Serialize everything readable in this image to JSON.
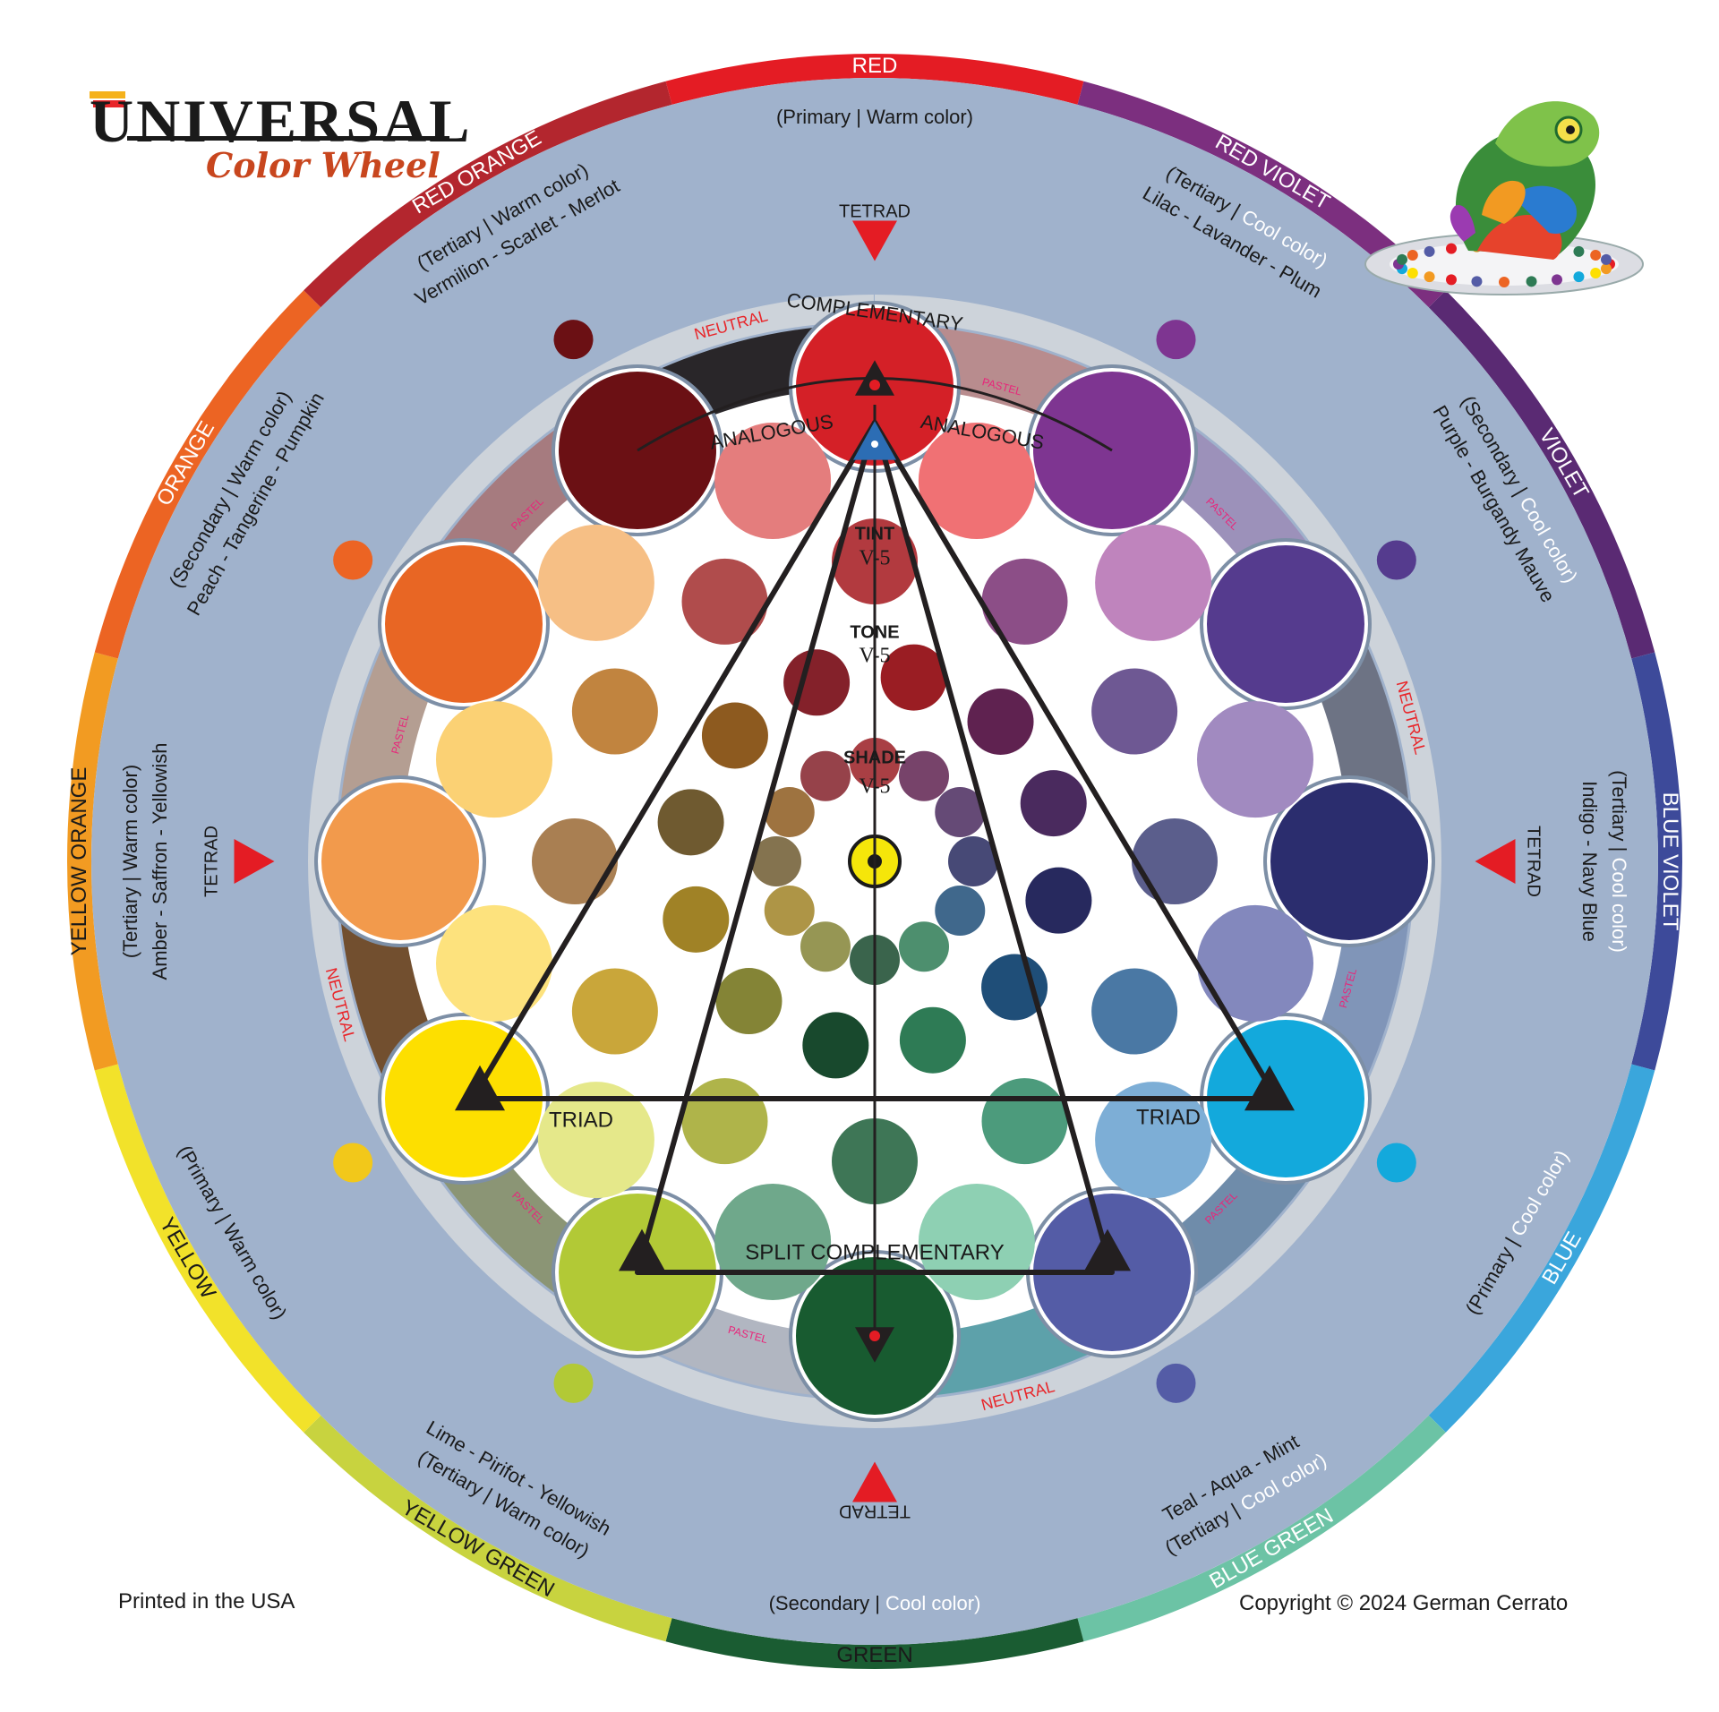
{
  "logo": {
    "main": "UNIVERSAL",
    "sub": "Color Wheel"
  },
  "footer": {
    "printed": "Printed in the USA",
    "copyright": "Copyright © 2024 German Cerrato"
  },
  "colors": {
    "ring_bg": "#a0b2cc",
    "inner_ring": "#cdd3da",
    "lines": "#231f20",
    "pastel_label": "#e8267a",
    "neutral_label": "#e8262a"
  },
  "segments": [
    {
      "id": "red",
      "name": "RED",
      "class": "(Primary",
      "temp": "Warm color)",
      "cool": false,
      "examples": "",
      "color": "#e41c24"
    },
    {
      "id": "red-violet",
      "name": "RED VIOLET",
      "class": "(Tertiary",
      "temp": "Cool color)",
      "cool": true,
      "examples": "Lilac - Lavander - Plum",
      "color": "#7c2f7f"
    },
    {
      "id": "violet",
      "name": "VIOLET",
      "class": "(Secondary",
      "temp": "Cool color)",
      "cool": true,
      "examples": "Purple - Burgandy Mauve",
      "color": "#5a2a73"
    },
    {
      "id": "blue-violet",
      "name": "BLUE VIOLET",
      "class": "(Tertiary",
      "temp": "Cool color)",
      "cool": true,
      "examples": "Indigo - Navy Blue",
      "color": "#3d4a9a"
    },
    {
      "id": "blue",
      "name": "BLUE",
      "class": "(Primary",
      "temp": "Cool color)",
      "cool": true,
      "examples": "",
      "color": "#3aa6dc"
    },
    {
      "id": "blue-green",
      "name": "BLUE GREEN",
      "class": "(Tertiary",
      "temp": "Cool color)",
      "cool": true,
      "examples": "Teal - Aqua - Mint",
      "color": "#6cc3a5"
    },
    {
      "id": "green",
      "name": "GREEN",
      "class": "(Secondary",
      "temp": "Cool color)",
      "cool": true,
      "examples": "",
      "color": "#1a5c32"
    },
    {
      "id": "yellow-green",
      "name": "YELLOW GREEN",
      "class": "(Tertiary",
      "temp": "Warm color)",
      "cool": false,
      "examples": "Lime - Pirifot - Yellowish",
      "color": "#c8d33f"
    },
    {
      "id": "yellow",
      "name": "YELLOW",
      "class": "(Primary",
      "temp": "Warm color)",
      "cool": false,
      "examples": "",
      "color": "#f2e22a"
    },
    {
      "id": "yellow-orange",
      "name": "YELLOW ORANGE",
      "class": "(Tertiary",
      "temp": "Warm color)",
      "cool": false,
      "examples": "Amber - Saffron - Yellowish",
      "color": "#f29b22"
    },
    {
      "id": "orange",
      "name": "ORANGE",
      "class": "(Secondary",
      "temp": "Warm color)",
      "cool": false,
      "examples": "Peach - Tangerine - Pumpkin",
      "color": "#ec6423"
    },
    {
      "id": "red-orange",
      "name": "RED ORANGE",
      "class": "(Tertiary",
      "temp": "Warm color)",
      "cool": false,
      "examples": "Vermilion - Scarlet - Merlot",
      "color": "#b3262e"
    }
  ],
  "hues": [
    {
      "id": "red",
      "pure": "#d42027",
      "tint": "#f07174",
      "tone": "#b23a3f",
      "shade": "#9a1d23"
    },
    {
      "id": "red-violet",
      "pure": "#7e3591",
      "tint": "#bf84bd",
      "tone": "#8c4e87",
      "shade": "#5f2250"
    },
    {
      "id": "violet",
      "pure": "#553b8e",
      "tint": "#a18ac0",
      "tone": "#6e5893",
      "shade": "#4a2a5e"
    },
    {
      "id": "blue-violet",
      "pure": "#2b2d6e",
      "tint": "#8388bd",
      "tone": "#5b5e8c",
      "shade": "#27295e"
    },
    {
      "id": "blue",
      "pure": "#13a9dc",
      "tint": "#7daed6",
      "tone": "#4a78a4",
      "shade": "#1f4e78"
    },
    {
      "id": "blue-green",
      "pure": "#545ca6",
      "tint": "#8ed0b3",
      "tone": "#4c9b7c",
      "shade": "#2e7b55"
    },
    {
      "id": "green",
      "pure": "#185b30",
      "tint": "#6fa88b",
      "tone": "#3e7656",
      "shade": "#18492d"
    },
    {
      "id": "yellow-green",
      "pure": "#b2c936",
      "tint": "#e5e88a",
      "tone": "#afb44a",
      "shade": "#848436"
    },
    {
      "id": "yellow",
      "pure": "#fddf00",
      "tint": "#fde27d",
      "tone": "#c9a63a",
      "shade": "#a08226"
    },
    {
      "id": "yellow-orange",
      "pure": "#f29a4c",
      "tint": "#fbd174",
      "tone": "#a97f52",
      "shade": "#6f5a30"
    },
    {
      "id": "orange",
      "pure": "#e86624",
      "tint": "#f6bf85",
      "tone": "#c1843f",
      "shade": "#8d5a1f"
    },
    {
      "id": "red-orange",
      "pure": "#6b1014",
      "tint": "#e47d7d",
      "tone": "#b04c4c",
      "shade": "#84212a"
    }
  ],
  "band_labels": {
    "neutral": "NEUTRAL",
    "pastel": "PASTEL"
  },
  "harmony_labels": {
    "tetrad": "TETRAD",
    "complementary": "COMPLEMENTARY",
    "analogous": "ANALOGOUS",
    "triad": "TRIAD",
    "split_complementary": "SPLIT COMPLEMENTARY"
  },
  "center_labels": {
    "tint": "TINT",
    "tone": "TONE",
    "shade": "SHADE",
    "v_tint": "V-5",
    "v_tone": "V-5",
    "v_shade": "V-5"
  }
}
